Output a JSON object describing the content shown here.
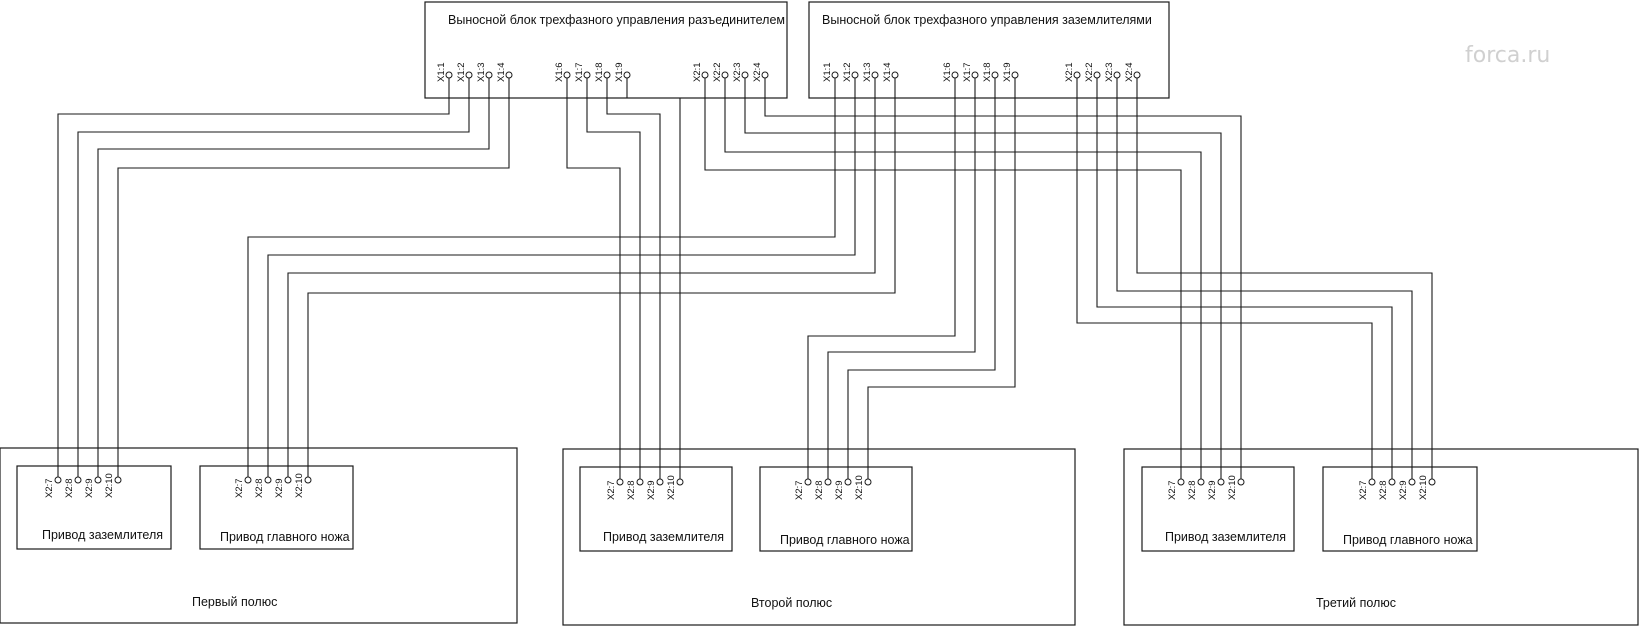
{
  "watermark": "forca.ru",
  "top_blocks": {
    "disconnector": {
      "title": "Выносной блок трехфазного управления разъединителем",
      "pins": [
        "X1:1",
        "X1:2",
        "X1:3",
        "X1:4",
        "X1:6",
        "X1:7",
        "X1:8",
        "X1:9",
        "X2:1",
        "X2:2",
        "X2:3",
        "X2:4"
      ]
    },
    "earthing": {
      "title": "Выносной блок трехфазного управления заземлителями",
      "pins": [
        "X1:1",
        "X1:2",
        "X1:3",
        "X1:4",
        "X1:6",
        "X1:7",
        "X1:8",
        "X1:9",
        "X2:1",
        "X2:2",
        "X2:3",
        "X2:4"
      ]
    }
  },
  "poles": [
    {
      "title": "Первый полюс",
      "drives": [
        {
          "title": "Привод заземлителя",
          "pins": [
            "X2:7",
            "X2:8",
            "X2:9",
            "X2:10"
          ]
        },
        {
          "title": "Привод главного ножа",
          "pins": [
            "X2:7",
            "X2:8",
            "X2:9",
            "X2:10"
          ]
        }
      ]
    },
    {
      "title": "Второй полюс",
      "drives": [
        {
          "title": "Привод заземлителя",
          "pins": [
            "X2:7",
            "X2:8",
            "X2:9",
            "X2:10"
          ]
        },
        {
          "title": "Привод главного ножа",
          "pins": [
            "X2:7",
            "X2:8",
            "X2:9",
            "X2:10"
          ]
        }
      ]
    },
    {
      "title": "Третий полюс",
      "drives": [
        {
          "title": "Привод заземлителя",
          "pins": [
            "X2:7",
            "X2:8",
            "X2:9",
            "X2:10"
          ]
        },
        {
          "title": "Привод главного ножа",
          "pins": [
            "X2:7",
            "X2:8",
            "X2:9",
            "X2:10"
          ]
        }
      ]
    }
  ]
}
